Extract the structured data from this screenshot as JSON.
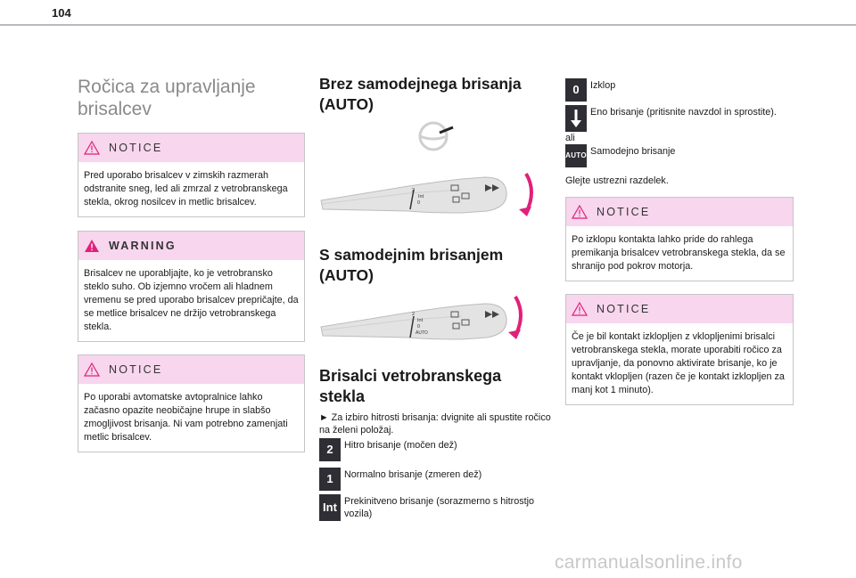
{
  "page": {
    "number": "104"
  },
  "col1": {
    "title_line1": "Ročica za upravljanje",
    "title_line2": "brisalcev",
    "notice1": {
      "label": "NOTICE",
      "text": "Pred uporabo brisalcev v zimskih razmerah odstranite sneg, led ali zmrzal z vetrobranskega stekla, okrog nosilcev in metlic brisalcev."
    },
    "warning": {
      "label": "WARNING",
      "text": "Brisalcev ne uporabljajte, ko je vetrobransko steklo suho. Ob izjemno vročem ali hladnem vremenu se pred uporabo brisalcev prepričajte, da se metlice brisalcev ne držijo vetrobranskega stekla."
    },
    "notice2": {
      "label": "NOTICE",
      "text": "Po uporabi avtomatske avtopralnice lahko začasno opazite neobičajne hrupe in slabšo zmogljivost brisanja.  Ni vam potrebno zamenjati metlic brisalcev."
    }
  },
  "col2": {
    "heading1_line1": "Brez samodejnega brisanja",
    "heading1_line2": "(AUTO)",
    "heading2_line1": "S samodejnim brisanjem",
    "heading2_line2": "(AUTO)",
    "heading3_line1": "Brisalci vetrobranskega",
    "heading3_line2": "stekla",
    "intro": "► Za izbiro hitrosti brisanja: dvignite ali spustite ročico na želeni položaj.",
    "speeds": [
      {
        "icon": "2",
        "text": "Hitro brisanje (močen dež)"
      },
      {
        "icon": "1",
        "text": "Normalno brisanje (zmeren dež)"
      },
      {
        "icon": "Int",
        "text": "Prekinitveno brisanje (sorazmerno s hitrostjo vozila)"
      }
    ],
    "stalk_labels": {
      "pos2": "2",
      "int": "Int",
      "pos0": "0",
      "auto": "AUTO"
    }
  },
  "col3": {
    "modes": [
      {
        "icon": "0",
        "text": "Izklop"
      },
      {
        "icon": "down-arrow",
        "text": "Eno brisanje (pritisnite navzdol in sprostite)."
      }
    ],
    "or_label": "ali",
    "auto_mode": {
      "icon": "AUTO",
      "text": "Samodejno brisanje"
    },
    "see_section": "Glejte ustrezni razdelek.",
    "notice1": {
      "label": "NOTICE",
      "text": "Po izklopu kontakta lahko pride do rahlega premikanja brisalcev vetrobranskega stekla, da se shranijo pod pokrov motorja."
    },
    "notice2": {
      "label": "NOTICE",
      "text": "Če je bil kontakt izklopljen z vklopljenimi brisalci vetrobranskega stekla, morate uporabiti ročico za upravljanje, da ponovno aktivirate brisanje, ko je kontakt vklopljen (razen če je kontakt izklopljen za manj kot 1 minuto)."
    }
  },
  "watermark": "carmanualsonline.info",
  "colors": {
    "notice_header": "#f7d6ee",
    "warning_triangle": "#e0207a",
    "icon_bg": "#2e2e34",
    "arrow_pink": "#e0207a"
  }
}
